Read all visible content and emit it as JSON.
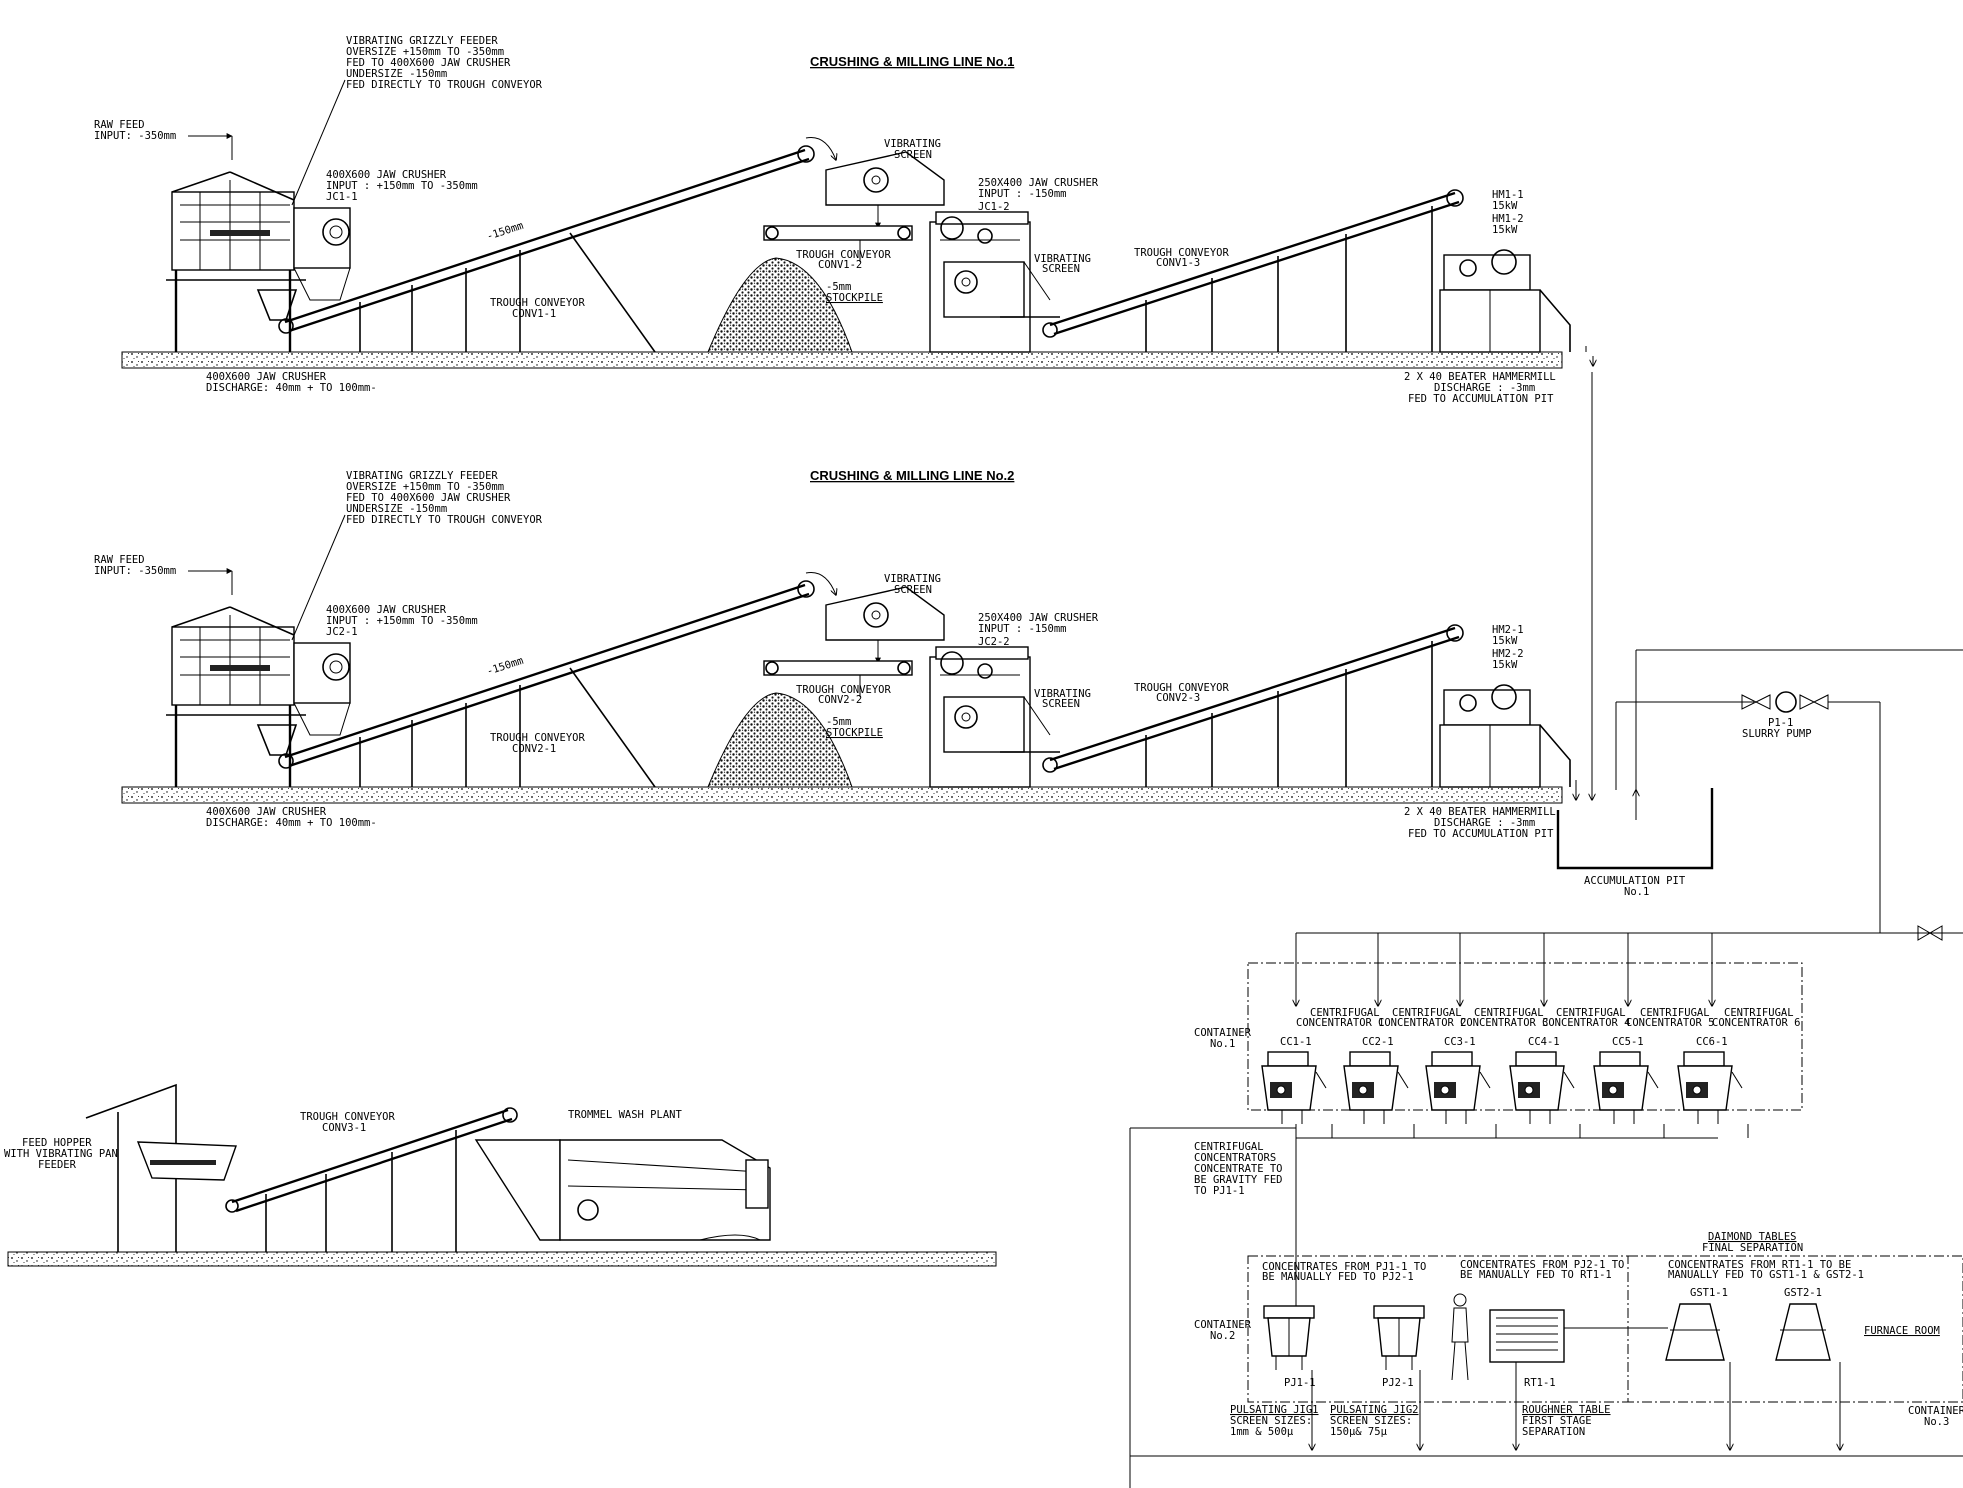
{
  "line1": {
    "title": "CRUSHING & MILLING LINE No.1",
    "raw_feed": [
      "RAW FEED",
      "INPUT: -350mm"
    ],
    "grizzly": [
      "VIBRATING GRIZZLY FEEDER",
      "OVERSIZE +150mm TO -350mm",
      "FED TO 400X600 JAW CRUSHER",
      "UNDERSIZE -150mm",
      "FED DIRECTLY TO TROUGH CONVEYOR"
    ],
    "jaw_crusher": [
      "400X600 JAW CRUSHER",
      "INPUT : +150mm TO -350mm",
      "JC1-1"
    ],
    "conveyor_size": "-150mm",
    "conveyor_1": [
      "TROUGH CONVEYOR",
      "CONV1-1"
    ],
    "vib_screen_top": [
      "VIBRATING",
      "SCREEN"
    ],
    "conveyor_2": [
      "TROUGH CONVEYOR",
      "CONV1-2"
    ],
    "stockpile": [
      "-5mm",
      "STOCKPILE"
    ],
    "jaw_crusher_2": [
      "250X400 JAW CRUSHER",
      "INPUT : -150mm",
      "JC1-2"
    ],
    "vib_screen_low": [
      "VIBRATING",
      "SCREEN"
    ],
    "conveyor_3": [
      "TROUGH CONVEYOR",
      "CONV1-3"
    ],
    "hammermills": [
      "HM1-1",
      "15kW",
      "HM1-2",
      "15kW"
    ],
    "discharge": [
      "400X600 JAW CRUSHER",
      "DISCHARGE: 40mm + TO 100mm-"
    ],
    "hammer_discharge": [
      "2 X 40 BEATER HAMMERMILL",
      "DISCHARGE : -3mm",
      "FED TO ACCUMULATION PIT"
    ]
  },
  "line2": {
    "title": "CRUSHING & MILLING LINE No.2",
    "raw_feed": [
      "RAW FEED",
      "INPUT: -350mm"
    ],
    "grizzly": [
      "VIBRATING GRIZZLY FEEDER",
      "OVERSIZE +150mm TO -350mm",
      "FED TO 400X600 JAW CRUSHER",
      "UNDERSIZE -150mm",
      "FED DIRECTLY TO TROUGH CONVEYOR"
    ],
    "jaw_crusher": [
      "400X600 JAW CRUSHER",
      "INPUT : +150mm TO -350mm",
      "JC2-1"
    ],
    "conveyor_size": "-150mm",
    "conveyor_1": [
      "TROUGH CONVEYOR",
      "CONV2-1"
    ],
    "vib_screen_top": [
      "VIBRATING",
      "SCREEN"
    ],
    "conveyor_2": [
      "TROUGH CONVEYOR",
      "CONV2-2"
    ],
    "stockpile": [
      "-5mm",
      "STOCKPILE"
    ],
    "jaw_crusher_2": [
      "250X400 JAW CRUSHER",
      "INPUT : -150mm",
      "JC2-2"
    ],
    "vib_screen_low": [
      "VIBRATING",
      "SCREEN"
    ],
    "conveyor_3": [
      "TROUGH CONVEYOR",
      "CONV2-3"
    ],
    "hammermills": [
      "HM2-1",
      "15kW",
      "HM2-2",
      "15kW"
    ],
    "discharge": [
      "400X600 JAW CRUSHER",
      "DISCHARGE: 40mm + TO 100mm-"
    ],
    "hammer_discharge": [
      "2 X 40 BEATER HAMMERMILL",
      "DISCHARGE : -3mm",
      "FED TO ACCUMULATION PIT"
    ]
  },
  "pump": [
    "P1-1",
    "SLURRY PUMP"
  ],
  "pit": [
    "ACCUMULATION PIT",
    "No.1"
  ],
  "container1": {
    "label": [
      "CONTAINER",
      "No.1"
    ],
    "units": [
      {
        "name": [
          "CENTRIFUGAL",
          "CONCENTRATOR 1"
        ],
        "tag": "CC1-1"
      },
      {
        "name": [
          "CENTRIFUGAL",
          "CONCENTRATOR 2"
        ],
        "tag": "CC2-1"
      },
      {
        "name": [
          "CENTRIFUGAL",
          "CONCENTRATOR 3"
        ],
        "tag": "CC3-1"
      },
      {
        "name": [
          "CENTRIFUGAL",
          "CONCENTRATOR 4"
        ],
        "tag": "CC4-1"
      },
      {
        "name": [
          "CENTRIFUGAL",
          "CONCENTRATOR 5"
        ],
        "tag": "CC5-1"
      },
      {
        "name": [
          "CENTRIFUGAL",
          "CONCENTRATOR 6"
        ],
        "tag": "CC6-1"
      }
    ]
  },
  "cc_note": [
    "CENTRIFUGAL",
    "CONCENTRATORS",
    "CONCENTRATE TO",
    "BE GRAVITY FED",
    "TO PJ1-1"
  ],
  "line3": {
    "hopper": [
      "FEED HOPPER",
      "WITH VIBRATING PAN",
      "FEEDER"
    ],
    "conveyor": [
      "TROUGH CONVEYOR",
      "CONV3-1"
    ],
    "trommel": "TROMMEL WASH PLANT"
  },
  "container2": {
    "label": [
      "CONTAINER",
      "No.2"
    ],
    "note1": [
      "CONCENTRATES FROM PJ1-1 TO",
      "BE MANUALLY FED TO PJ2-1"
    ],
    "note2": [
      "CONCENTRATES FROM PJ2-1 TO",
      "BE MANUALLY FED TO RT1-1"
    ],
    "pj1": "PJ1-1",
    "pj2": "PJ2-1",
    "rt1": "RT1-1",
    "jig1": [
      "PULSATING JIG1",
      "SCREEN SIZES:",
      "1mm & 500μ"
    ],
    "jig2": [
      "PULSATING JIG2",
      "SCREEN SIZES:",
      "150μ& 75μ"
    ],
    "rough": [
      "ROUGHNER TABLE",
      "FIRST STAGE",
      "SEPARATION"
    ]
  },
  "tables": {
    "heading": [
      "DAIMOND TABLES",
      "FINAL SEPARATION"
    ],
    "note": [
      "CONCENTRATES FROM RT1-1  TO BE",
      "MANUALLY FED TO GST1-1 & GST2-1"
    ],
    "gst1": "GST1-1",
    "gst2": "GST2-1",
    "furnace": "FURNACE ROOM",
    "container3": [
      "CONTAINER",
      "No.3"
    ]
  }
}
